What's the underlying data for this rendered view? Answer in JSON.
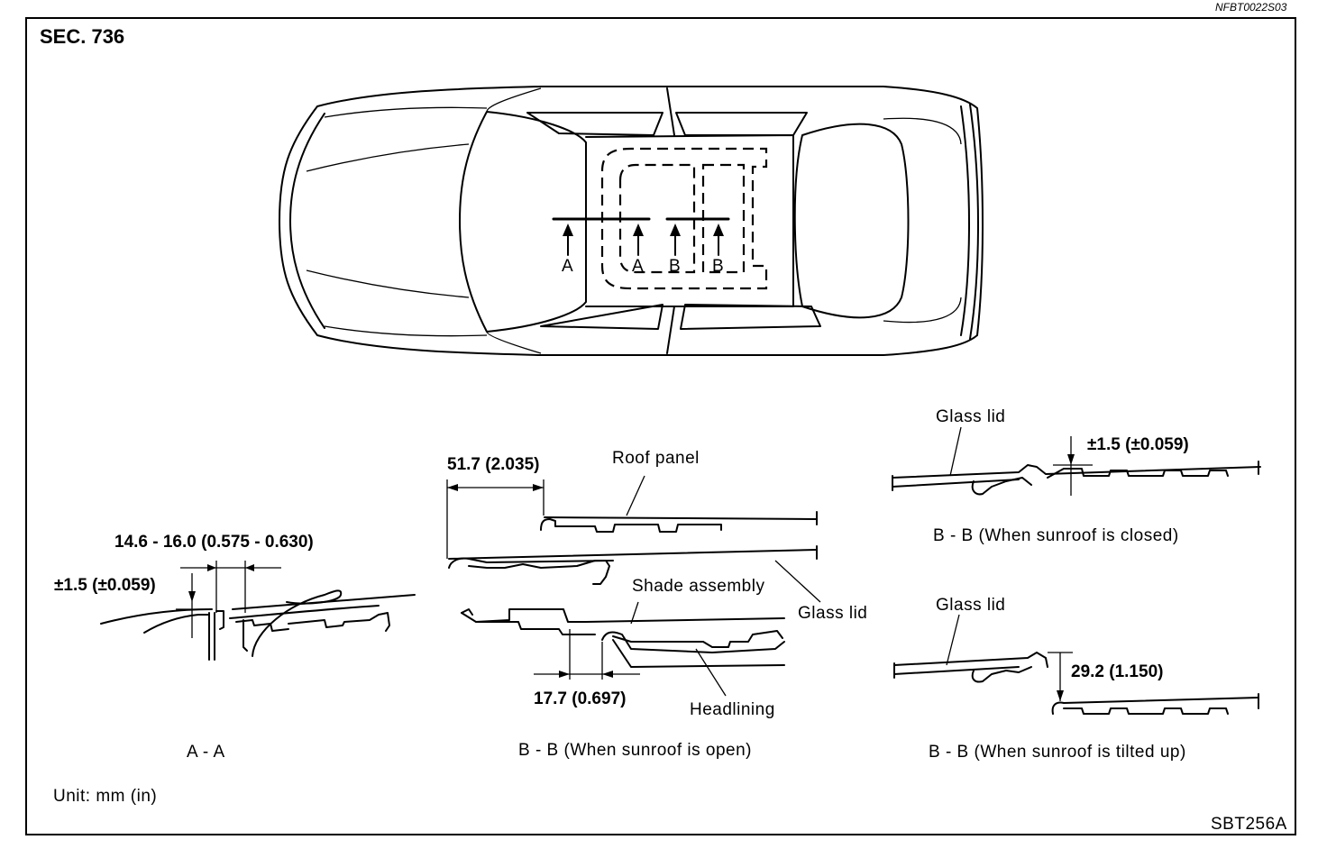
{
  "header": {
    "doc_id": "NFBT0022S03",
    "section": "SEC. 736"
  },
  "car_markers": {
    "a1": "A",
    "a2": "A",
    "b1": "B",
    "b2": "B"
  },
  "section_aa": {
    "dim_gap": "14.6 - 16.0 (0.575 - 0.630)",
    "dim_flush": "±1.5 (±0.059)",
    "caption": "A - A"
  },
  "section_bb_open": {
    "dim_top": "51.7 (2.035)",
    "label_roof": "Roof panel",
    "label_shade": "Shade assembly",
    "label_glass": "Glass lid",
    "label_headlining": "Headlining",
    "dim_bottom": "17.7 (0.697)",
    "caption": "B - B (When sunroof is open)"
  },
  "section_bb_closed": {
    "label_glass": "Glass lid",
    "dim": "±1.5 (±0.059)",
    "caption": "B - B (When sunroof is closed)"
  },
  "section_bb_tilted": {
    "label_glass": "Glass lid",
    "dim": "29.2 (1.150)",
    "caption": "B - B (When sunroof is tilted up)"
  },
  "footer": {
    "unit": "Unit: mm (in)",
    "figure_code": "SBT256A"
  }
}
